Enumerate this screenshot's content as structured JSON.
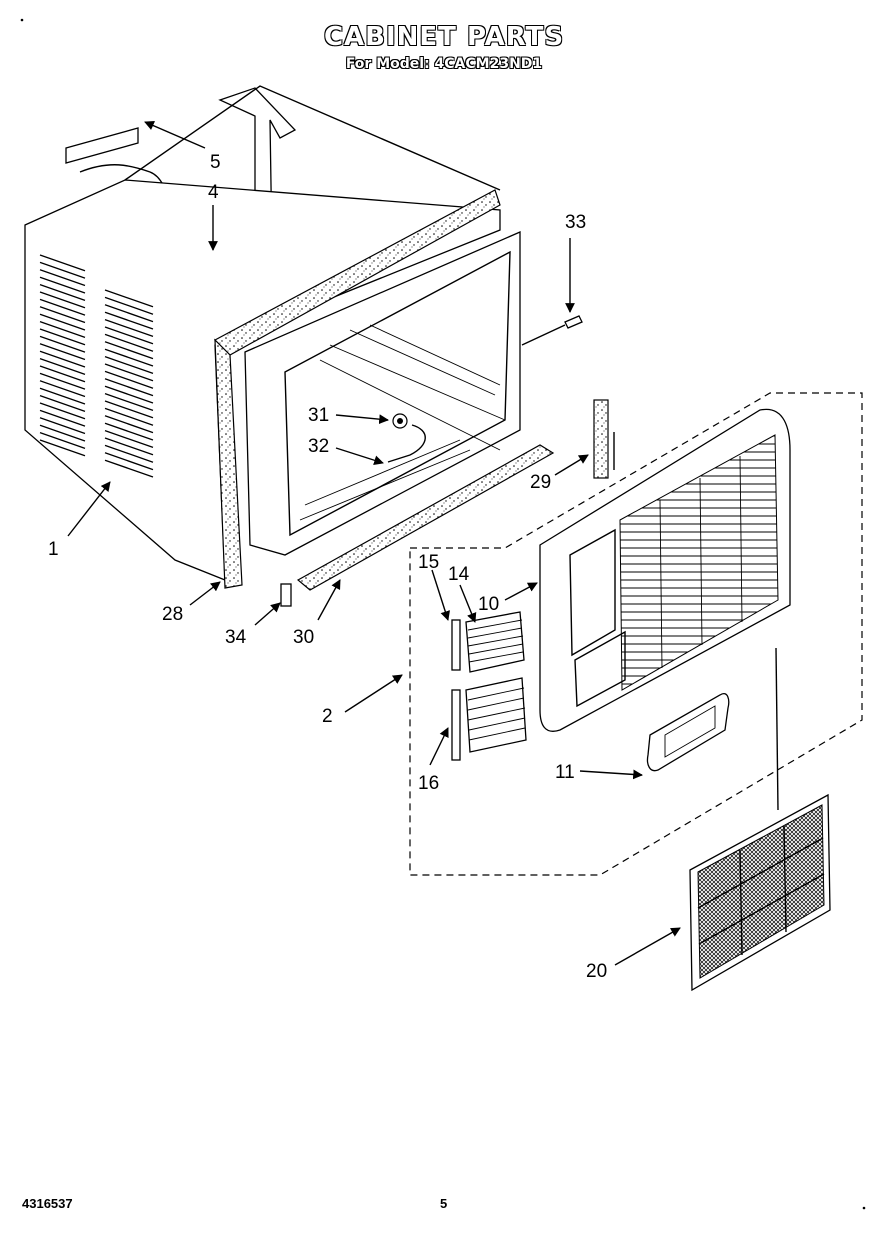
{
  "header": {
    "title": "CABINET PARTS",
    "subtitle": "For Model: 4CACM23ND1"
  },
  "footer": {
    "part_number": "4316537",
    "page_number": "5"
  },
  "callouts": [
    "1",
    "2",
    "4",
    "5",
    "10",
    "11",
    "14",
    "15",
    "16",
    "20",
    "28",
    "29",
    "30",
    "31",
    "32",
    "33",
    "34"
  ]
}
